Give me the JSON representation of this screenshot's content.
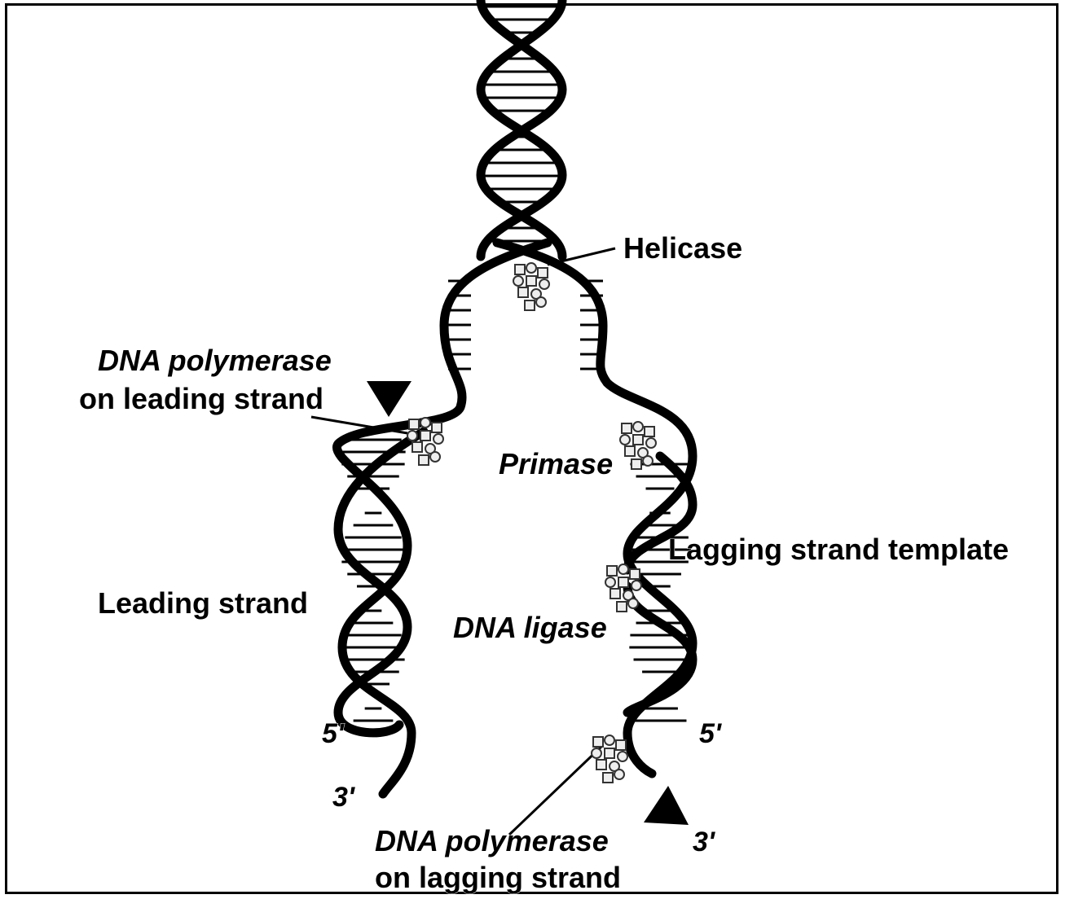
{
  "labels": {
    "helicase": "Helicase",
    "pol_leading_line1": "DNA polymerase",
    "pol_leading_line2": "on leading strand",
    "primase": "Primase",
    "lagging_template": "Lagging strand template",
    "leading_strand": "Leading strand",
    "ligase": "DNA ligase",
    "left_5": "5'",
    "left_3": "3'",
    "right_5": "5'",
    "right_3": "3'",
    "pol_lagging_line1": "DNA polymerase",
    "pol_lagging_line2": "on lagging strand"
  },
  "colors": {
    "strand": "#000000",
    "rung": "#000000",
    "protein": "#333333",
    "background": "#ffffff"
  }
}
